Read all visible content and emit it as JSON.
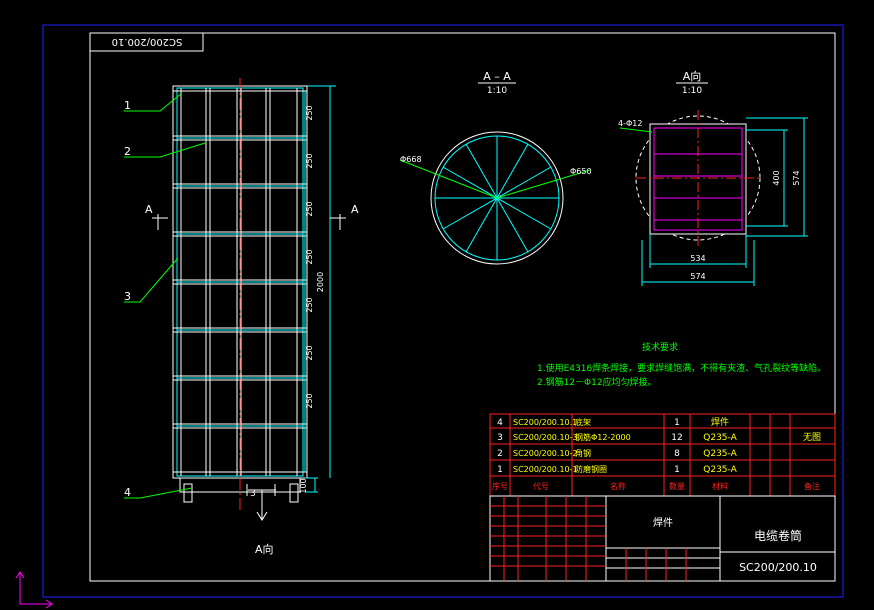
{
  "drawing": {
    "code_box": "SC200/200.10",
    "section_title": "A – A",
    "section_scale": "1:10",
    "view_title": "A向",
    "view_scale": "1:10",
    "section_mark_left": "A",
    "section_mark_right": "A",
    "view_arrow_label": "A向",
    "leaders": [
      "1",
      "2",
      "3",
      "4"
    ],
    "row_dims": [
      "250",
      "250",
      "250",
      "250",
      "250",
      "250",
      "250"
    ],
    "overall_height": "2000",
    "bottom_dim": "100",
    "arrow_num": "3",
    "circle_dia_outer": "Φ668",
    "circle_dia_inner": "Φ650",
    "holes_note": "4-Φ12",
    "dim_400": "400",
    "dim_574_v": "574",
    "dim_534": "534",
    "dim_574_h": "574"
  },
  "notes": {
    "title": "技术要求",
    "line1": "1.使用E4316焊条焊接，要求焊缝饱满，不得有夹渣、气孔裂纹等缺陷。",
    "line2": "2.钢筋12－Φ12应均匀焊接。"
  },
  "bom": {
    "rows": [
      {
        "no": "4",
        "code": "SC200/200.10.1",
        "name": "底架",
        "qty": "1",
        "mat": "焊件",
        "w1": "",
        "w2": "",
        "note": ""
      },
      {
        "no": "3",
        "code": "SC200/200.10-3",
        "name": "钢筋Φ12-2000",
        "qty": "12",
        "mat": "Q235-A",
        "w1": "",
        "w2": "",
        "note": "无图"
      },
      {
        "no": "2",
        "code": "SC200/200.10-2",
        "name": "角钢",
        "qty": "8",
        "mat": "Q235-A",
        "w1": "",
        "w2": "",
        "note": ""
      },
      {
        "no": "1",
        "code": "SC200/200.10-1",
        "name": "防磨钢圈",
        "qty": "1",
        "mat": "Q235-A",
        "w1": "",
        "w2": "",
        "note": ""
      }
    ],
    "header": {
      "no": "序号",
      "code": "代号",
      "name": "名称",
      "qty": "数量",
      "mat": "材料",
      "note": "备注"
    }
  },
  "title_block": {
    "weld": "焊件",
    "name": "电缆卷筒",
    "code": "SC200/200.10"
  },
  "colors": {
    "frame": "#2020ff",
    "white": "#ffffff",
    "cyan": "#00ffff",
    "yellow": "#ffff00",
    "green": "#00ff00",
    "red": "#ff2020",
    "magenta": "#ff00ff"
  }
}
